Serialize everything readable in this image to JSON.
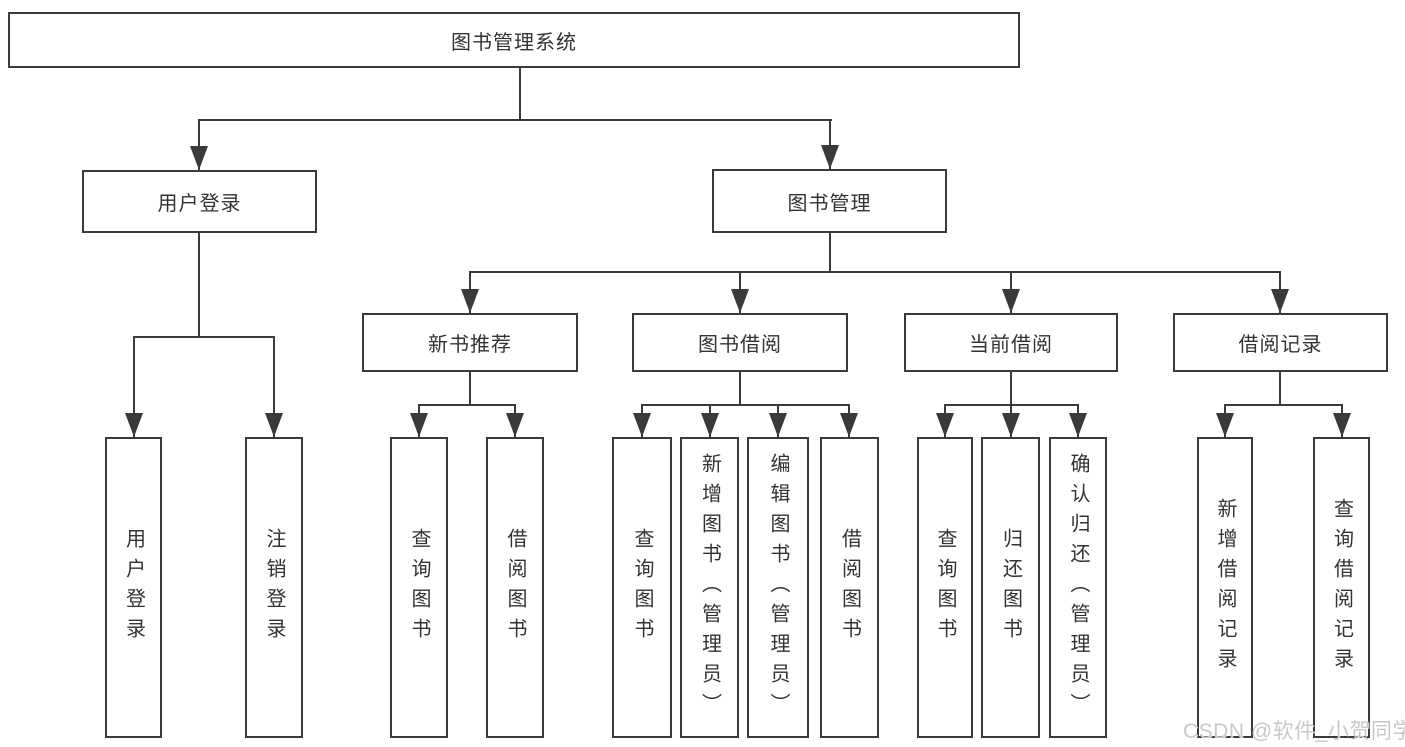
{
  "diagram": {
    "title": "图书管理系统",
    "tree": {
      "label": "图书管理系统",
      "children": [
        {
          "label": "用户登录",
          "children": [
            {
              "label": "用户登录"
            },
            {
              "label": "注销登录"
            }
          ]
        },
        {
          "label": "图书管理",
          "children": [
            {
              "label": "新书推荐",
              "children": [
                {
                  "label": "查询图书"
                },
                {
                  "label": "借阅图书"
                }
              ]
            },
            {
              "label": "图书借阅",
              "children": [
                {
                  "label": "查询图书"
                },
                {
                  "label": "新增图书（管理员）"
                },
                {
                  "label": "编辑图书（管理员）"
                },
                {
                  "label": "借阅图书"
                }
              ]
            },
            {
              "label": "当前借阅",
              "children": [
                {
                  "label": "查询图书"
                },
                {
                  "label": "归还图书"
                },
                {
                  "label": "确认归还（管理员）"
                }
              ]
            },
            {
              "label": "借阅记录",
              "children": [
                {
                  "label": "新增借阅记录"
                },
                {
                  "label": "查询借阅记录"
                }
              ]
            }
          ]
        }
      ]
    }
  },
  "watermark": {
    "text": "CSDN @软件_小贺同学"
  },
  "colors": {
    "line": "#3a3a3a",
    "text": "#333333",
    "background": "#ffffff",
    "watermark": "#c9c9c9"
  }
}
